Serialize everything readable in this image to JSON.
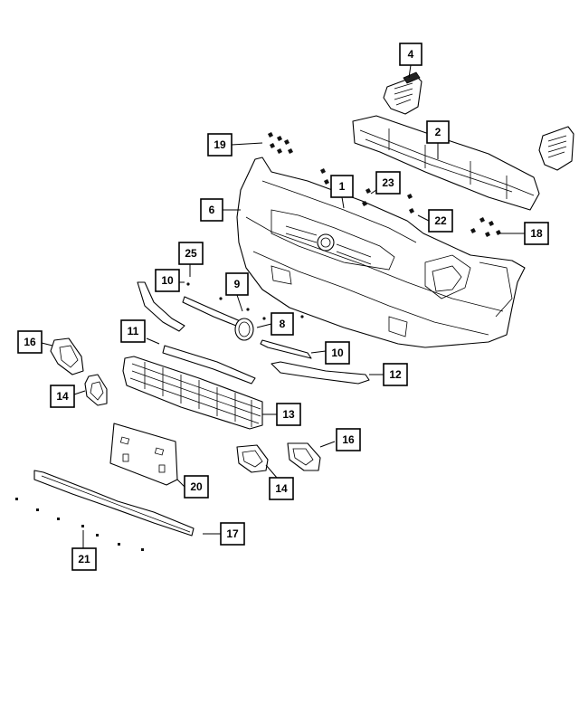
{
  "diagram": {
    "callouts": [
      {
        "id": "c4",
        "label": "4"
      },
      {
        "id": "c2",
        "label": "2"
      },
      {
        "id": "c19",
        "label": "19"
      },
      {
        "id": "c1",
        "label": "1"
      },
      {
        "id": "c23",
        "label": "23"
      },
      {
        "id": "c6",
        "label": "6"
      },
      {
        "id": "c22",
        "label": "22"
      },
      {
        "id": "c18",
        "label": "18"
      },
      {
        "id": "c25",
        "label": "25"
      },
      {
        "id": "c10a",
        "label": "10"
      },
      {
        "id": "c9",
        "label": "9"
      },
      {
        "id": "c8",
        "label": "8"
      },
      {
        "id": "c11",
        "label": "11"
      },
      {
        "id": "c16a",
        "label": "16"
      },
      {
        "id": "c10b",
        "label": "10"
      },
      {
        "id": "c12",
        "label": "12"
      },
      {
        "id": "c14a",
        "label": "14"
      },
      {
        "id": "c13",
        "label": "13"
      },
      {
        "id": "c16b",
        "label": "16"
      },
      {
        "id": "c20",
        "label": "20"
      },
      {
        "id": "c14b",
        "label": "14"
      },
      {
        "id": "c17",
        "label": "17"
      },
      {
        "id": "c21",
        "label": "21"
      }
    ]
  }
}
